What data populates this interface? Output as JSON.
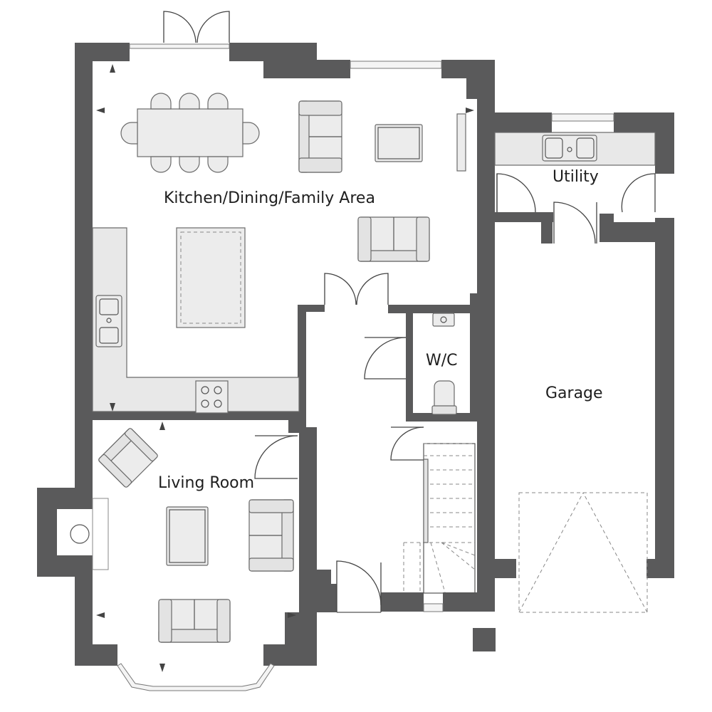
{
  "rooms": {
    "kitchen": "Kitchen/Dining/Family Area",
    "utility": "Utility",
    "wc": "W/C",
    "garage": "Garage",
    "living": "Living Room"
  },
  "colors": {
    "wall": "#5a5a5b",
    "furniture_fill": "#ececec",
    "outline": "#6a6a6a",
    "background": "#ffffff"
  }
}
